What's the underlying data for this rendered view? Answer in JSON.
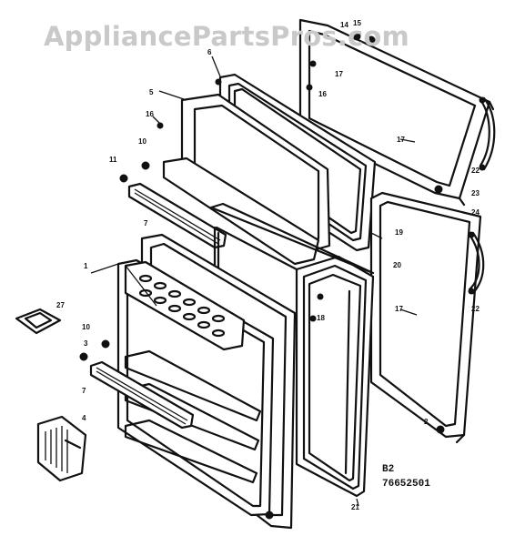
{
  "watermark": "AppliancePartsPros.com",
  "diagram_code": "B2",
  "part_number": "76652501",
  "callouts": {
    "c1": "1",
    "c2": "2",
    "c3": "3",
    "c4": "4",
    "c5": "5",
    "c6": "6",
    "c7a": "7",
    "c7b": "7",
    "c10a": "10",
    "c10b": "10",
    "c11": "11",
    "c14": "14",
    "c15": "15",
    "c16a": "16",
    "c16b": "16",
    "c17a": "17",
    "c17b": "17",
    "c17c": "17",
    "c18": "18",
    "c19": "19",
    "c20": "20",
    "c21": "21",
    "c22a": "22",
    "c22b": "22",
    "c23": "23",
    "c24": "24",
    "c27": "27"
  }
}
